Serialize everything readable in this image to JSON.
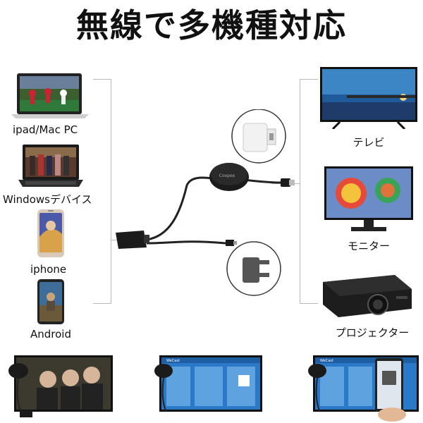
{
  "headline": "無線で多機種対応",
  "sources": [
    {
      "label": "ipad/Mac PC",
      "icon": "laptop-icon"
    },
    {
      "label": "Windowsデバイス",
      "icon": "windows-laptop-icon"
    },
    {
      "label": "iphone",
      "icon": "iphone-icon"
    },
    {
      "label": "Android",
      "icon": "android-phone-icon"
    }
  ],
  "displays": [
    {
      "label": "テレビ",
      "icon": "tv-icon"
    },
    {
      "label": "モニター",
      "icon": "monitor-icon"
    },
    {
      "label": "プロジェクター",
      "icon": "projector-icon"
    }
  ],
  "device": {
    "brand": "Coopex"
  },
  "usage_examples": [
    {
      "app": "WeCast"
    },
    {
      "app": "WeCast"
    }
  ],
  "colors": {
    "line": "#b9b9b9",
    "dongle": "#1b1b1b",
    "text": "#111111"
  }
}
